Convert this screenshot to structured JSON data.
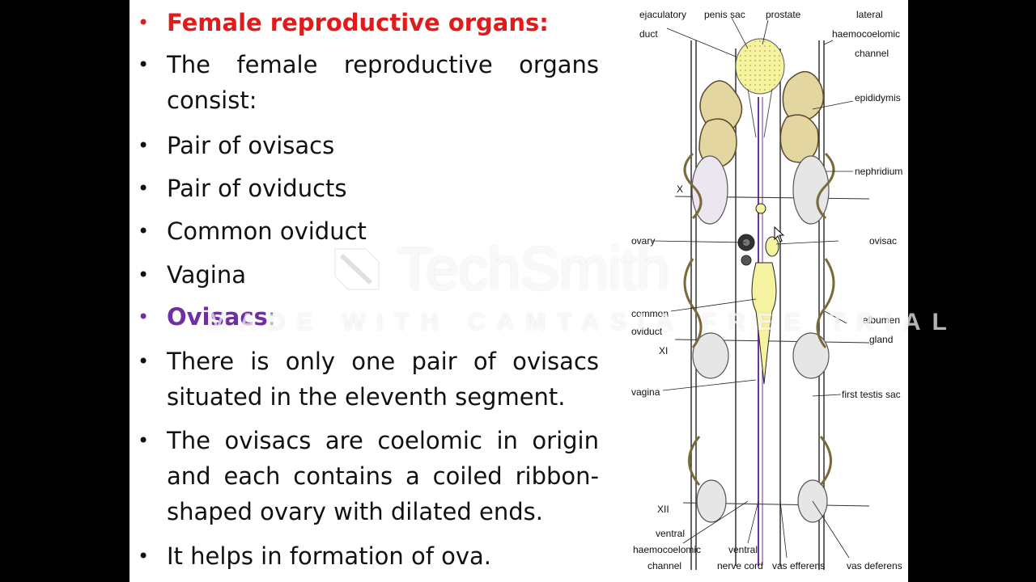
{
  "slide": {
    "bullets": [
      {
        "id": "female-heading",
        "text": "Female reproductive organs:",
        "style": "red"
      },
      {
        "id": "intro",
        "text": "The female reproductive organs consist:",
        "style": "normal"
      },
      {
        "id": "item-ovisacs",
        "text": " Pair of ovisacs",
        "style": "normal"
      },
      {
        "id": "item-oviducts",
        "text": " Pair of oviducts",
        "style": "normal"
      },
      {
        "id": "item-common-oviduct",
        "text": " Common oviduct",
        "style": "normal"
      },
      {
        "id": "item-vagina",
        "text": " Vagina",
        "style": "normal"
      },
      {
        "id": "ovisacs-heading",
        "text": "Ovisacs",
        "suffix": ":",
        "style": "purple"
      },
      {
        "id": "pair-info",
        "text": "There is only one pair of ovisacs situated in the eleventh segment.",
        "style": "normal"
      },
      {
        "id": "origin-info",
        "text": "The ovisacs are coelomic in origin and each contains a coiled ribbon-shaped ovary with dilated ends.",
        "style": "normal"
      },
      {
        "id": "function-info",
        "text": "It helps in formation of ova.",
        "style": "normal"
      }
    ]
  },
  "diagram": {
    "labels": {
      "ejaculatory_duct_1": "ejaculatory",
      "ejaculatory_duct_2": "duct",
      "penis_sac": "penis sac",
      "prostate": "prostate",
      "lateral_1": "lateral",
      "lateral_2": "haemocoelomic",
      "lateral_3": "channel",
      "epididymis": "epididymis",
      "nephridium": "nephridium",
      "seg_x": "X",
      "ovary": "ovary",
      "ovisac": "ovisac",
      "common_oviduct_1": "common",
      "common_oviduct_2": "oviduct",
      "albumen_1": "albumen",
      "albumen_2": "gland",
      "seg_xi": "XI",
      "vagina": "vagina",
      "first_testis_sac": "first testis sac",
      "seg_xii": "XII",
      "ventral_h_1": "ventral",
      "ventral_h_2": "haemocoelomic",
      "ventral_h_3": "channel",
      "ventral_nc_1": "ventral",
      "ventral_nc_2": "nerve cord",
      "vas_efferens": "vas efferens",
      "vas_deferens": "vas deferens"
    }
  },
  "watermark": {
    "brand": "TechSmith",
    "subtitle": "MADE WITH CAMTASIA FREE TRIAL"
  },
  "colors": {
    "heading_red": "#e01b1b",
    "heading_purple": "#7030a0",
    "gland_yellow": "#f6f3a0",
    "sac_tan": "#e4d6a0"
  }
}
